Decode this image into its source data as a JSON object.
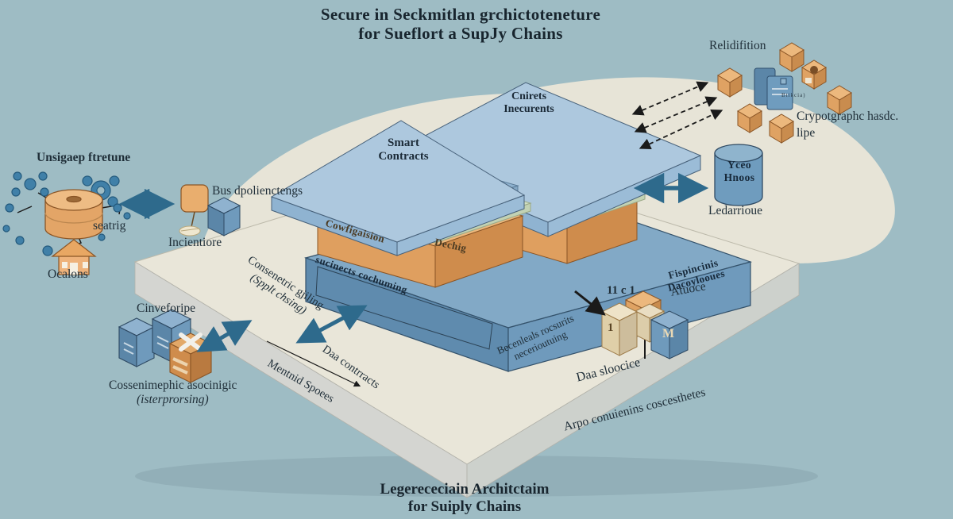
{
  "colors": {
    "background": "#9ebcc4",
    "platform_top": "#e9e6d9",
    "base_blue": "#6f97b7",
    "slab_blue": "#adc8de",
    "layer_green": "#d2e0c4",
    "layer_orange": "#ecb87d",
    "arrow_teal": "#2e6a8c",
    "text": "#1f2e38"
  },
  "titles": {
    "top1": "Secure in Seckmitlan grchictoteneture",
    "top2": "for Sueflort a SupJy Chains",
    "bottom1": "Legerececiain Architctaim",
    "bottom2": "for Suiply Chains"
  },
  "top_right": {
    "heading": "Relidifition",
    "crypto1": "Crypotgraphc hasdc.",
    "crypto2": "lipe",
    "server_code": "Btikcia)"
  },
  "left_cluster": {
    "heading": "Unsigaep ftretune",
    "node": "seatrig",
    "house": "Ocalons"
  },
  "incentive": {
    "heading": "Bus dpolienctengs",
    "label": "Incientiore"
  },
  "stack": {
    "left_top1": "Smart",
    "left_top2": "Contracts",
    "right_top1": "Cnirets",
    "right_top2": "Inecurents",
    "orange_face": "Cowfigaision",
    "orange_side": "Dechig",
    "base_face": "sucinects cochuming",
    "base_right1": "Fispincinis",
    "base_right2": "Dacoylooues"
  },
  "ledger": {
    "cyl1": "Yceo",
    "cyl2": "Hnoos",
    "label": "Ledarrioue"
  },
  "consensus": {
    "heading": "Cinveforipe",
    "line1": "Cossenimephic asocinigic",
    "line2": "(isterprorsing)"
  },
  "platform_texts": {
    "consen1": "Consenetric gjiling",
    "consen2": "(Spplt chsing)",
    "data_contracts": "Daa contrracts",
    "mentnid": "Mentnid Spoees",
    "becen1": "Becenleals rocsurits",
    "becen2": "necerioutuing",
    "eleven": "11 c 1",
    "atuoce": "Atuoce",
    "cube_one": "1",
    "cube_m": "M",
    "daa_sloocice": "Daa sloocice",
    "arpo": "Arpo conuienins coscesthetes"
  }
}
